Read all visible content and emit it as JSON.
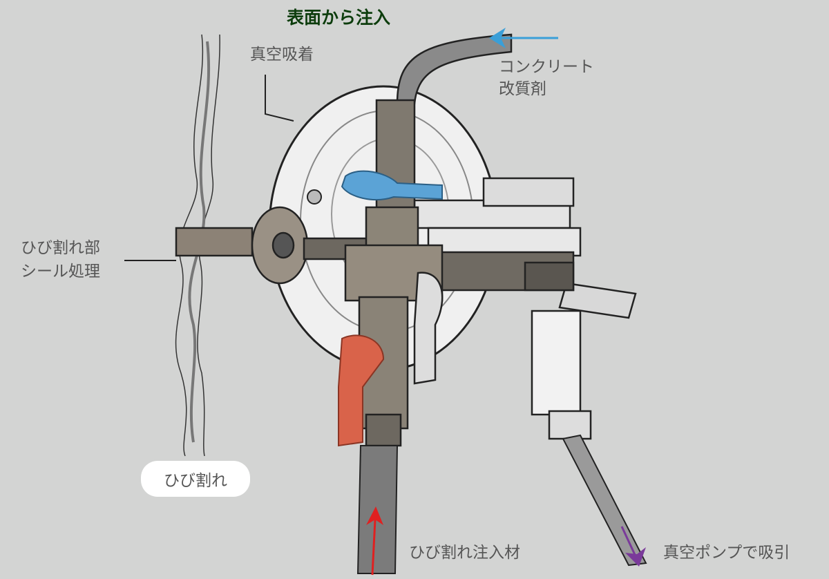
{
  "title": "表面から注入",
  "labels": {
    "vacuum_attach": "真空吸着",
    "concrete_modifier": [
      "コンクリート",
      "改質剤"
    ],
    "crack_seal": [
      "ひび割れ部",
      "シール処理"
    ],
    "crack": "ひび割れ",
    "crack_injection": "ひび割れ注入材",
    "vacuum_pump": "真空ポンプで吸引"
  },
  "colors": {
    "title": "#0d3d0d",
    "inflow_arrow": "#3a9fd8",
    "injection_arrow": "#e02020",
    "suction_arrow": "#7a3a9a",
    "blue_handle": "#5ba3d6",
    "red_handle": "#d9634a"
  }
}
